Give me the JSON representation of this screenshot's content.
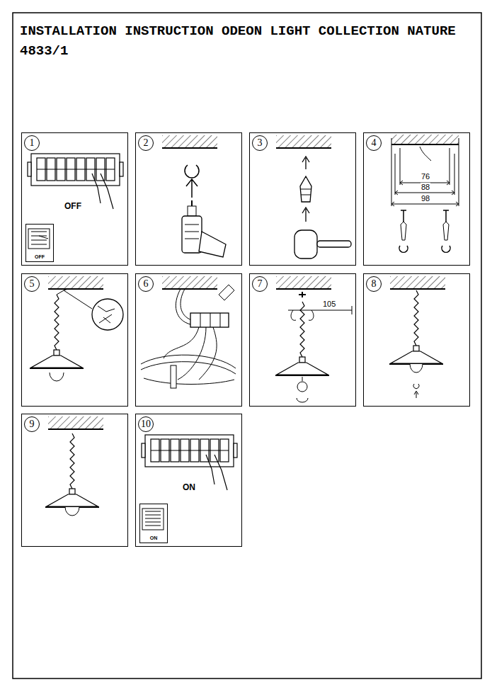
{
  "diagram": {
    "title": "INSTALLATION INSTRUCTION ODEON LIGHT COLLECTION NATURE 4833/1",
    "nodes": [
      {
        "text": [
          "1",
          "OFF"
        ]
      },
      {
        "text": [
          "OFF"
        ],
        "in": 0
      },
      {
        "text": [
          "2"
        ]
      },
      {
        "text": [
          "3"
        ]
      },
      {
        "text": [
          "4",
          "76",
          "88",
          "98"
        ]
      },
      {
        "text": [
          "5"
        ]
      },
      {
        "text": [
          "6"
        ]
      },
      {
        "text": [
          "7",
          "105"
        ]
      },
      {
        "text": [
          "8"
        ]
      },
      {
        "text": [
          "9"
        ]
      },
      {
        "text": [
          "10",
          "ON"
        ]
      },
      {
        "text": [
          "ON"
        ],
        "in": 10
      }
    ]
  }
}
